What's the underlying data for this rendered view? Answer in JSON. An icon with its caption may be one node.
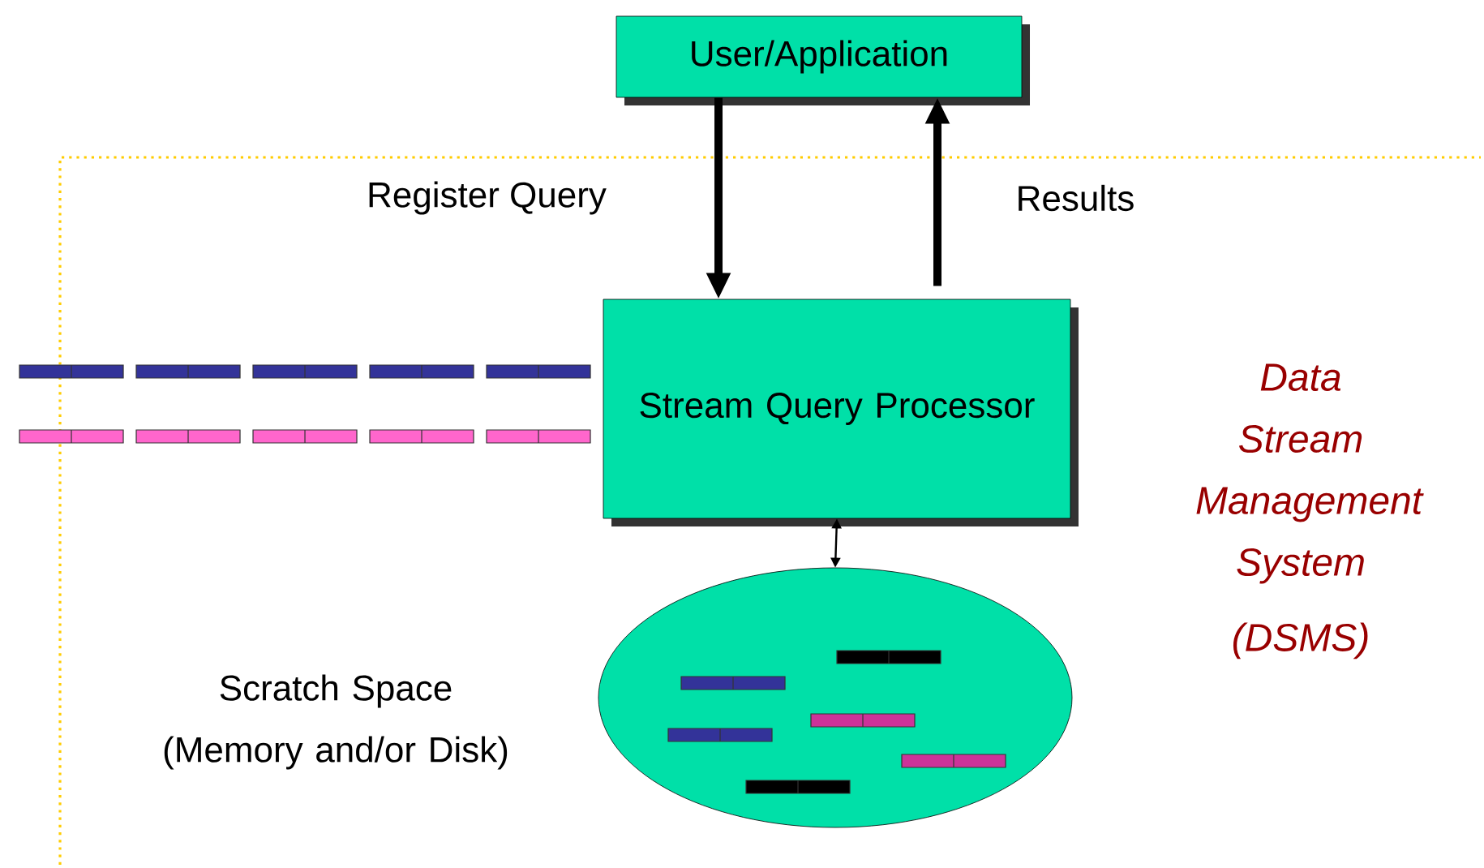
{
  "diagram": {
    "nodes": [
      {
        "text": [
          "User/Application"
        ]
      },
      {
        "text": [
          "Data Stream Management System",
          "(DSMS)"
        ]
      },
      {
        "text": [
          "Stream Query Processor"
        ],
        "in": 1
      },
      {
        "text": [],
        "shape": "ellipse",
        "in": 1,
        "beside": [
          "Scratch Space (Memory and/or Disk)"
        ]
      }
    ],
    "edges": [
      {
        "from": 0,
        "to": 2,
        "arrow": "to",
        "label": "Register Query"
      },
      {
        "from": 2,
        "to": 0,
        "arrow": "to",
        "label": "Results"
      },
      {
        "from": 2,
        "to": 3,
        "arrow": "both"
      }
    ]
  }
}
